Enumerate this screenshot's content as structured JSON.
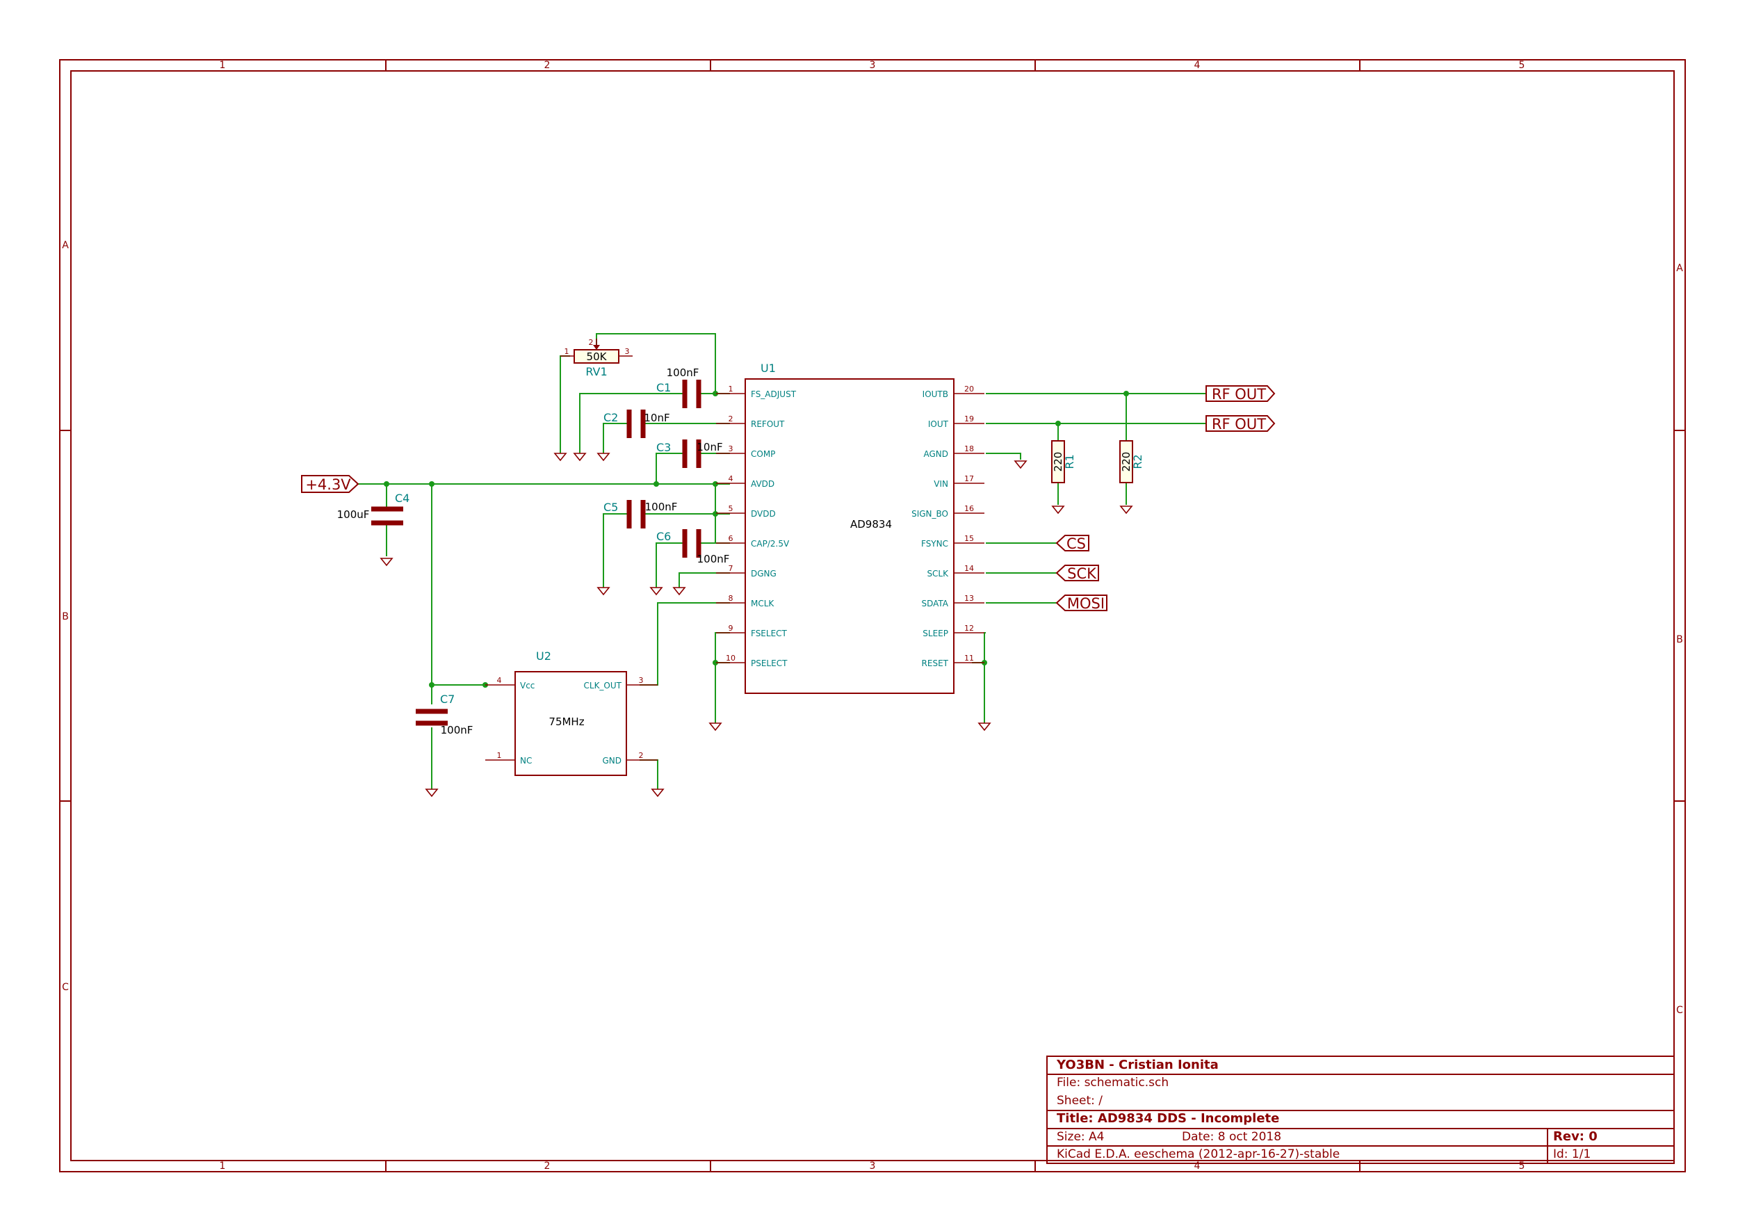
{
  "frame": {
    "col_labels": [
      "1",
      "2",
      "3",
      "4",
      "5"
    ],
    "row_labels_left": [
      "A",
      "B",
      "C"
    ],
    "row_labels_right": [
      "A",
      "B",
      "C"
    ]
  },
  "title_block": {
    "author": "YO3BN - Cristian Ionita",
    "file": "File: schematic.sch",
    "sheet": "Sheet: /",
    "title": "Title: AD9834 DDS - Incomplete",
    "size": "Size: A4",
    "date": "Date: 8 oct 2018",
    "rev": "Rev: 0",
    "tool": "KiCad E.D.A.  eeschema (2012-apr-16-27)-stable",
    "id": "Id: 1/1"
  },
  "u1": {
    "ref": "U1",
    "value": "AD9834",
    "left_pins": [
      {
        "num": "1",
        "name": "FS_ADJUST"
      },
      {
        "num": "2",
        "name": "REFOUT"
      },
      {
        "num": "3",
        "name": "COMP"
      },
      {
        "num": "4",
        "name": "AVDD"
      },
      {
        "num": "5",
        "name": "DVDD"
      },
      {
        "num": "6",
        "name": "CAP/2.5V"
      },
      {
        "num": "7",
        "name": "DGNG"
      },
      {
        "num": "8",
        "name": "MCLK"
      },
      {
        "num": "9",
        "name": "FSELECT"
      },
      {
        "num": "10",
        "name": "PSELECT"
      }
    ],
    "right_pins": [
      {
        "num": "20",
        "name": "IOUTB"
      },
      {
        "num": "19",
        "name": "IOUT"
      },
      {
        "num": "18",
        "name": "AGND"
      },
      {
        "num": "17",
        "name": "VIN"
      },
      {
        "num": "16",
        "name": "SIGN_BO"
      },
      {
        "num": "15",
        "name": "FSYNC"
      },
      {
        "num": "14",
        "name": "SCLK"
      },
      {
        "num": "13",
        "name": "SDATA"
      },
      {
        "num": "12",
        "name": "SLEEP"
      },
      {
        "num": "11",
        "name": "RESET"
      }
    ]
  },
  "u2": {
    "ref": "U2",
    "value": "75MHz",
    "pins": [
      {
        "num": "4",
        "name": "Vcc"
      },
      {
        "num": "3",
        "name": "CLK_OUT"
      },
      {
        "num": "1",
        "name": "NC"
      },
      {
        "num": "2",
        "name": "GND"
      }
    ]
  },
  "rv1": {
    "ref": "RV1",
    "value": "50K",
    "pins": [
      "1",
      "2",
      "3"
    ]
  },
  "resistors": [
    {
      "ref": "R1",
      "value": "220"
    },
    {
      "ref": "R2",
      "value": "220"
    }
  ],
  "capacitors": [
    {
      "ref": "C1",
      "value": "100nF"
    },
    {
      "ref": "C2",
      "value": "10nF"
    },
    {
      "ref": "C3",
      "value": "10nF"
    },
    {
      "ref": "C4",
      "value": "100uF"
    },
    {
      "ref": "C5",
      "value": "100nF"
    },
    {
      "ref": "C6",
      "value": "100nF"
    },
    {
      "ref": "C7",
      "value": "100nF"
    }
  ],
  "labels": {
    "power": "+4.3V",
    "rf_out_1": "RF OUT",
    "rf_out_2": "RF OUT",
    "cs": "CS",
    "sck": "SCK",
    "mosi": "MOSI"
  },
  "colors": {
    "component": "#8b0000",
    "wire": "#1a9a1a",
    "pin_name": "#008080",
    "value": "#000000"
  }
}
